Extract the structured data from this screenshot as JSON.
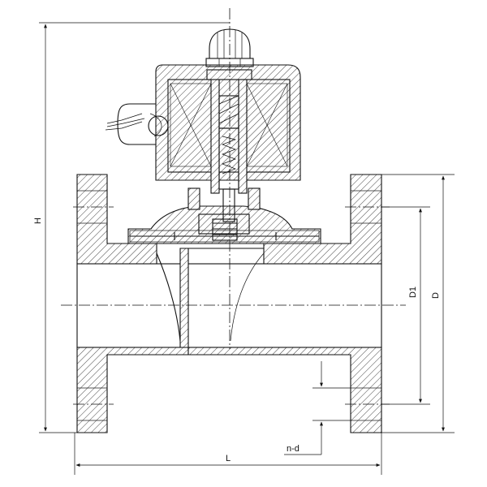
{
  "labels": {
    "height": "H",
    "length": "L",
    "pitch_diameter": "D1",
    "flange_diameter": "D",
    "bolt_holes": "n-d"
  },
  "colors": {
    "line": "#111111",
    "background": "#ffffff"
  }
}
